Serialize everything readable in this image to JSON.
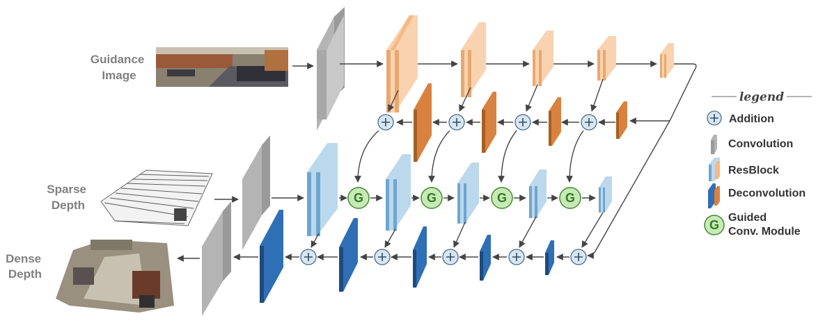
{
  "inputs": {
    "guidance": [
      "Guidance",
      "Image"
    ],
    "sparse": [
      "Sparse",
      "Depth"
    ],
    "dense": [
      "Dense",
      "Depth"
    ]
  },
  "legend": {
    "title": "legend",
    "items": [
      {
        "key": "addition",
        "label": [
          "Addition"
        ]
      },
      {
        "key": "convolution",
        "label": [
          "Convolution"
        ]
      },
      {
        "key": "resblock",
        "label": [
          "ResBlock"
        ]
      },
      {
        "key": "deconvolution",
        "label": [
          "Deconvolution"
        ]
      },
      {
        "key": "guided",
        "label": [
          "Guided",
          "Conv. Module"
        ]
      }
    ]
  },
  "guided_symbol": "G",
  "colors": {
    "conv": "#b4b4b4",
    "guidance_resblock": "#f4b987",
    "guidance_deconv": "#d9823f",
    "depth_resblock": "#8fc0e0",
    "depth_deconv": "#2f6fb5",
    "addition_fill": "#d8e6f2",
    "guided_fill": "#c9e8b8",
    "guided_stroke": "#3c8c2a"
  }
}
